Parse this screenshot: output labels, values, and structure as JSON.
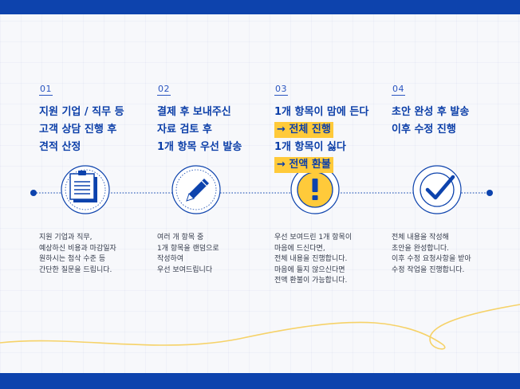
{
  "steps": [
    {
      "number": "01",
      "title": [
        "지원 기업 / 직무 등",
        "고객 상담 진행 후",
        "견적 산정"
      ],
      "icon": "clipboard-icon",
      "desc": [
        "지원 기업과 직무,",
        "예상하신 비용과 마감일자",
        "원하시는 첨삭 수준 등",
        "간단한 질문을 드립니다."
      ]
    },
    {
      "number": "02",
      "title": [
        "결제 후 보내주신",
        "자료 검토 후",
        "1개 항목 우선 발송"
      ],
      "icon": "pencil-icon",
      "desc": [
        "여러 개 항목 중",
        "1개 항목을 랜덤으로",
        "작성하여",
        "우선 보여드립니다"
      ]
    },
    {
      "number": "03",
      "title_like": "1개 항목이 맘에 든다",
      "title_like_result": "→ 전체 진행",
      "title_dislike": "1개 항목이 싫다",
      "title_dislike_result": "→ 전액 환불",
      "icon": "exclamation-icon",
      "desc": [
        "우선 보여드린 1개 항목이",
        "마음에 드신다면,",
        "전체 내용을 진행합니다.",
        "마음에 들지 않으신다면",
        "전액 환불이 가능합니다."
      ]
    },
    {
      "number": "04",
      "title": [
        "초안 완성 후 발송",
        "이후 수정 진행"
      ],
      "icon": "checkmark-icon",
      "desc": [
        "전체 내용을 작성해",
        "초안을 완성합니다.",
        "이후 수정 요청사항을 받아",
        "수정 작업을 진행합니다."
      ]
    }
  ],
  "colors": {
    "primary": "#0d43ad",
    "accent": "#ffca3a",
    "background": "#f7f8fb"
  }
}
